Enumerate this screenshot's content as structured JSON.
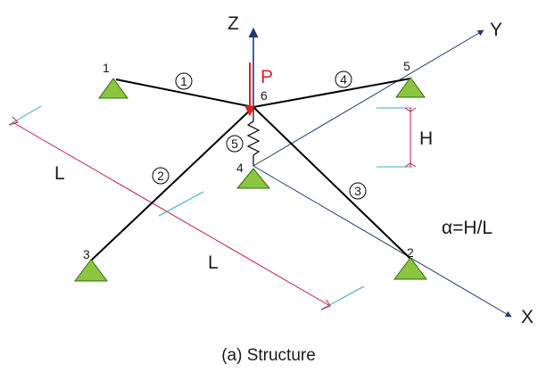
{
  "axes": {
    "x_label": "X",
    "y_label": "Y",
    "z_label": "Z"
  },
  "load": {
    "label": "P",
    "color": "#e02020"
  },
  "nodes": [
    "1",
    "2",
    "3",
    "4",
    "5",
    "6"
  ],
  "members": [
    "1",
    "2",
    "3",
    "4",
    "5"
  ],
  "dimensions": {
    "height_label": "H",
    "length_label_left": "L",
    "length_label_bottom": "L",
    "ratio_label": "α=H/L"
  },
  "caption": "(a) Structure",
  "colors": {
    "member": "#000000",
    "axis": "#1f3a6e",
    "dimension_red": "#c0203a",
    "dimension_cyan": "#3fa7cc",
    "support": "#8cc63f",
    "support_stroke": "#2e6b1a"
  }
}
